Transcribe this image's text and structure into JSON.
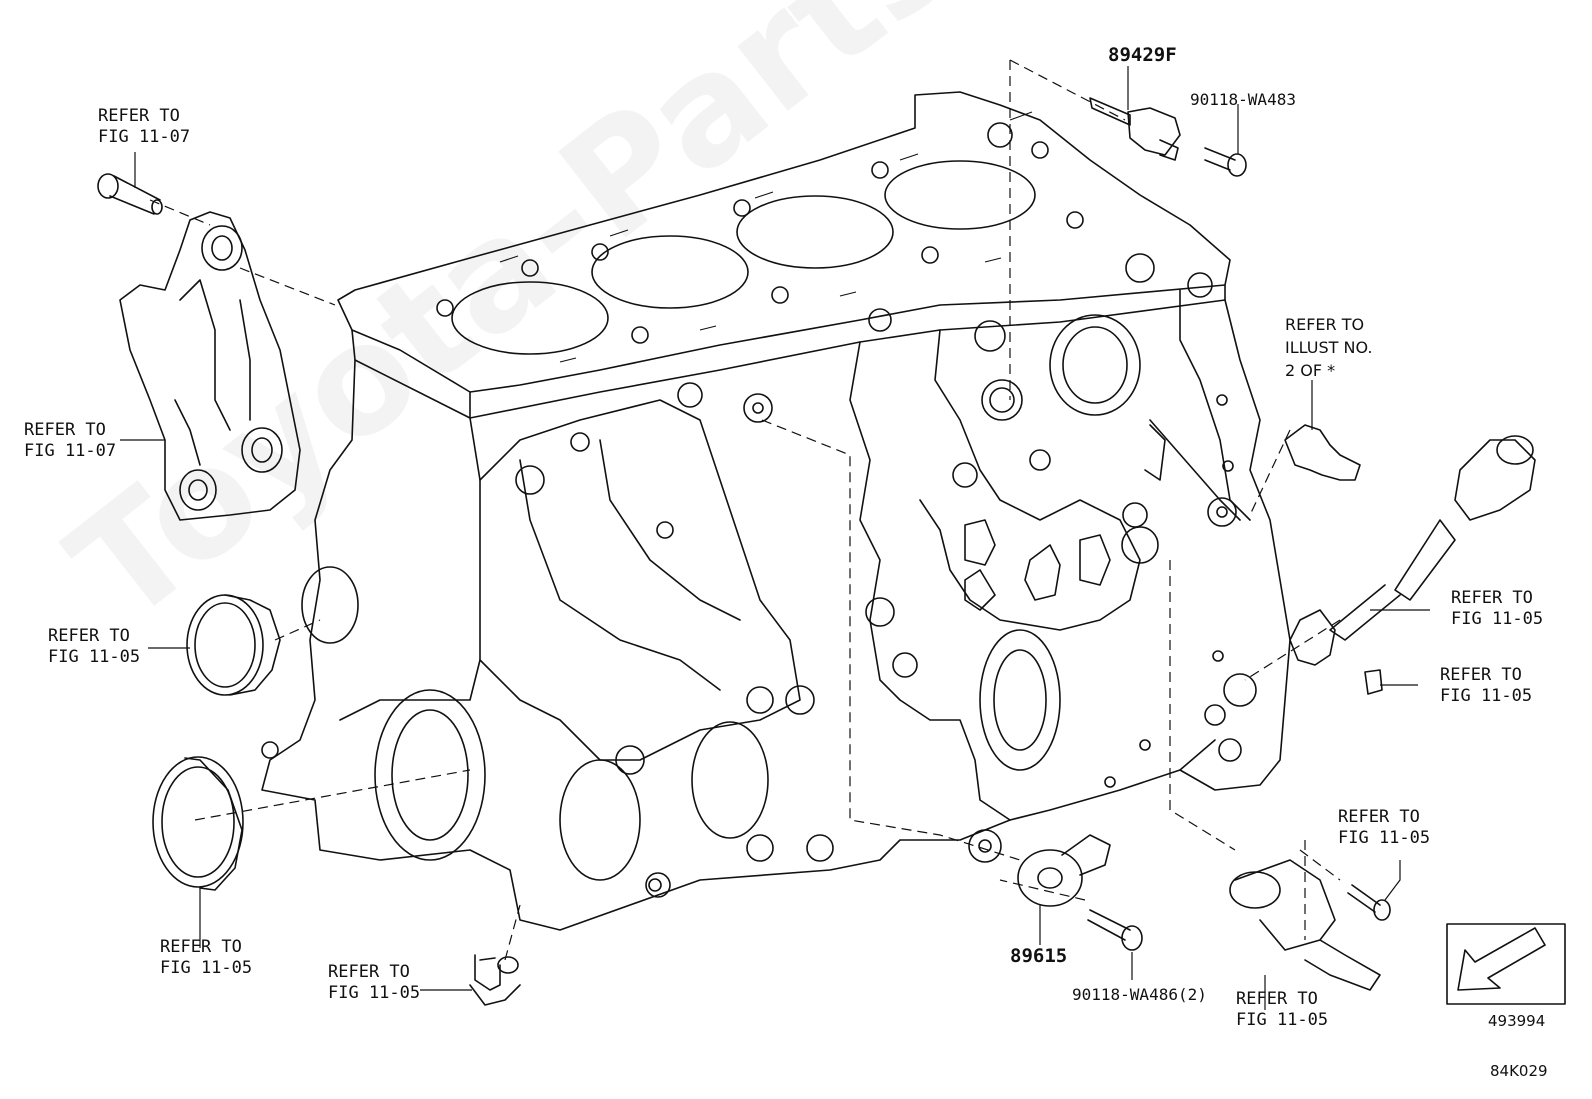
{
  "watermark": "Toyota-Parts.ru",
  "labels": {
    "refer_fig_11_07_top": "REFER TO\nFIG 11-07",
    "refer_fig_11_07_left": "REFER TO\nFIG 11-07",
    "refer_fig_11_05_left": "REFER TO\nFIG 11-05",
    "refer_fig_11_05_bottom_left": "REFER TO\nFIG 11-05",
    "refer_fig_11_05_bottom_center": "REFER TO\nFIG 11-05",
    "refer_illust_no_2": "REFER TO\nILLUST NO.\n2 OF *",
    "refer_fig_11_05_right_upper": "REFER TO\nFIG 11-05",
    "refer_fig_11_05_right_lower": "REFER TO\nFIG 11-05",
    "refer_fig_11_05_bottom_right_upper": "REFER TO\nFIG 11-05",
    "refer_fig_11_05_bottom_right_lower": "REFER TO\nFIG 11-05"
  },
  "parts": {
    "sensor_top": "89429F",
    "bolt_top": "90118-WA483",
    "knock_sensor": "89615",
    "bolt_bottom": "90118-WA486(2)"
  },
  "codes": {
    "reference_number": "493994",
    "figure_code": "84K029"
  }
}
